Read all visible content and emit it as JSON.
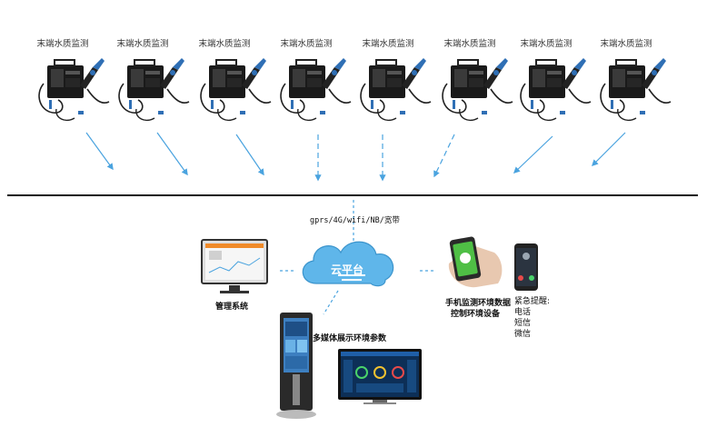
{
  "devices": [
    {
      "label": "末端水质监测"
    },
    {
      "label": "末端水质监测"
    },
    {
      "label": "末端水质监测"
    },
    {
      "label": "末端水质监测"
    },
    {
      "label": "末端水质监测"
    },
    {
      "label": "末端水质监测"
    },
    {
      "label": "末端水质监测"
    },
    {
      "label": "末端水质监测"
    }
  ],
  "network": {
    "protocols": "gprs/4G/wifi/NB/宽带"
  },
  "cloud": {
    "label": "云平台"
  },
  "management": {
    "label": "管理系统"
  },
  "multimedia": {
    "label": "多媒体展示环境参数"
  },
  "mobile": {
    "line1": "手机监测环境数据",
    "line2": "控制环境设备"
  },
  "alert": {
    "title": "紧急提醒:",
    "items": [
      "电话",
      "短信",
      "微信"
    ]
  },
  "colors": {
    "arrow": "#4aa3df",
    "bus": "#111111",
    "cloud": "#5fb6ea"
  }
}
